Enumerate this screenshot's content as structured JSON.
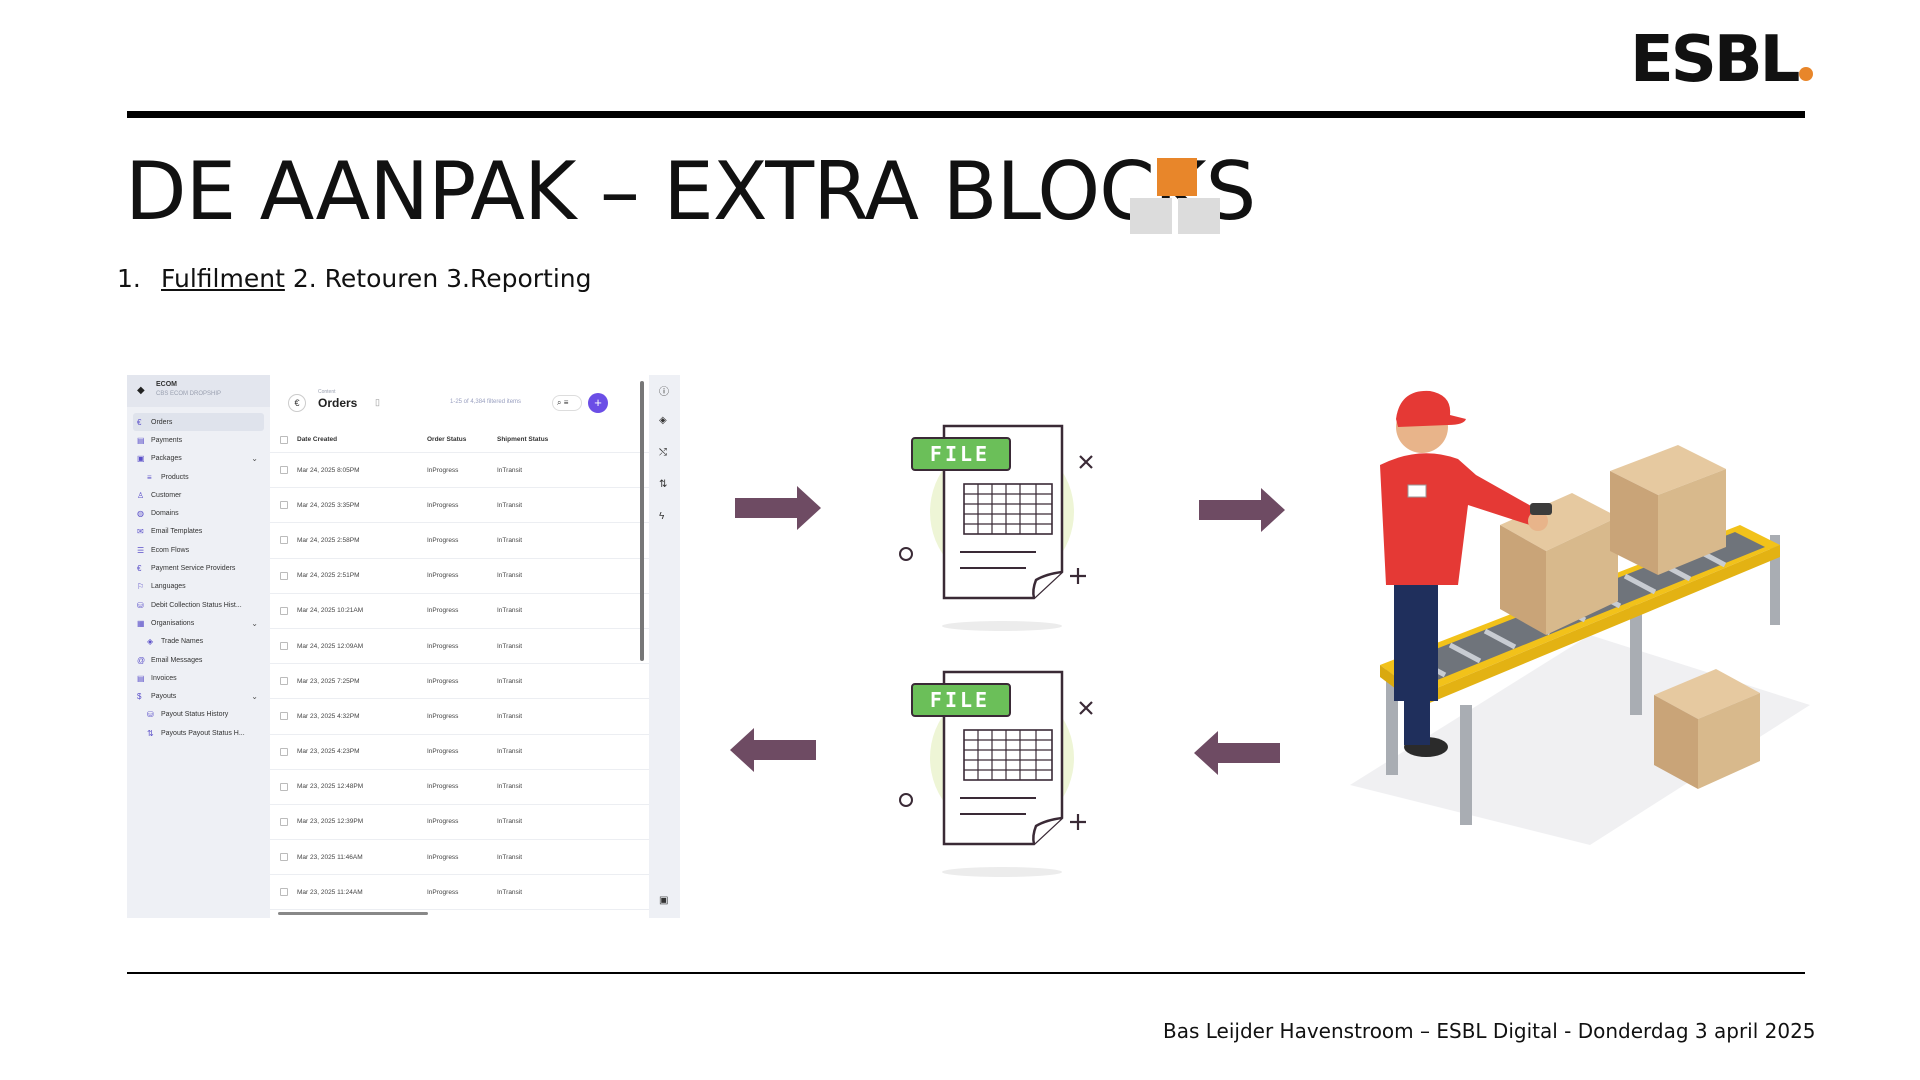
{
  "brand": {
    "logo_text": "ESBL",
    "accent": "#e8862a"
  },
  "slide": {
    "title": "DE AANPAK – EXTRA BLOCKS",
    "steps": {
      "num": "1.",
      "active": "Fulfilment",
      "rest": " 2. Retouren 3.Reporting"
    }
  },
  "app": {
    "sidebar_header": {
      "name": "ECOM",
      "sub": "CBS ECOM DROPSHIP"
    },
    "sidebar_items": [
      {
        "label": "Orders",
        "icon": "euro-icon",
        "glyph": "€"
      },
      {
        "label": "Payments",
        "icon": "payments-icon",
        "glyph": "▤"
      },
      {
        "label": "Packages",
        "icon": "package-icon",
        "glyph": "▣"
      },
      {
        "label": "Products",
        "icon": "list-icon",
        "glyph": "≡"
      },
      {
        "label": "Customer",
        "icon": "user-icon",
        "glyph": "♙"
      },
      {
        "label": "Domains",
        "icon": "globe-icon",
        "glyph": "◍"
      },
      {
        "label": "Email Templates",
        "icon": "mail-icon",
        "glyph": "✉"
      },
      {
        "label": "Ecom Flows",
        "icon": "list-icon",
        "glyph": "☰"
      },
      {
        "label": "Payment Service Providers",
        "icon": "euro-icon",
        "glyph": "€"
      },
      {
        "label": "Languages",
        "icon": "flag-icon",
        "glyph": "⚐"
      },
      {
        "label": "Debit Collection Status Hist...",
        "icon": "database-icon",
        "glyph": "⛁"
      },
      {
        "label": "Organisations",
        "icon": "building-icon",
        "glyph": "▦"
      },
      {
        "label": "Trade Names",
        "icon": "tag-icon",
        "glyph": "◈"
      },
      {
        "label": "Email Messages",
        "icon": "at-icon",
        "glyph": "@"
      },
      {
        "label": "Invoices",
        "icon": "invoice-icon",
        "glyph": "▤"
      },
      {
        "label": "Payouts",
        "icon": "coin-icon",
        "glyph": "$"
      },
      {
        "label": "Payout Status History",
        "icon": "database-icon",
        "glyph": "⛁"
      },
      {
        "label": "Payouts Payout Status H...",
        "icon": "sort-icon",
        "glyph": "⇅"
      }
    ],
    "header": {
      "currency_glyph": "€",
      "breadcrumb": "Content",
      "title": "Orders",
      "count": "1-25 of 4,384 filtered items",
      "search_glyph": "⌕ ≡",
      "add_glyph": "+"
    },
    "columns": [
      "Date Created",
      "Order Status",
      "Shipment Status"
    ],
    "rows": [
      {
        "date": "Mar 24, 2025 8:05PM",
        "order": "InProgress",
        "ship": "InTransit"
      },
      {
        "date": "Mar 24, 2025 3:35PM",
        "order": "InProgress",
        "ship": "InTransit"
      },
      {
        "date": "Mar 24, 2025 2:58PM",
        "order": "InProgress",
        "ship": "InTransit"
      },
      {
        "date": "Mar 24, 2025 2:51PM",
        "order": "InProgress",
        "ship": "InTransit"
      },
      {
        "date": "Mar 24, 2025 10:21AM",
        "order": "InProgress",
        "ship": "InTransit"
      },
      {
        "date": "Mar 24, 2025 12:09AM",
        "order": "InProgress",
        "ship": "InTransit"
      },
      {
        "date": "Mar 23, 2025 7:25PM",
        "order": "InProgress",
        "ship": "InTransit"
      },
      {
        "date": "Mar 23, 2025 4:32PM",
        "order": "InProgress",
        "ship": "InTransit"
      },
      {
        "date": "Mar 23, 2025 4:23PM",
        "order": "InProgress",
        "ship": "InTransit"
      },
      {
        "date": "Mar 23, 2025 12:48PM",
        "order": "InProgress",
        "ship": "InTransit"
      },
      {
        "date": "Mar 23, 2025 12:39PM",
        "order": "InProgress",
        "ship": "InTransit"
      },
      {
        "date": "Mar 23, 2025 11:46AM",
        "order": "InProgress",
        "ship": "InTransit"
      },
      {
        "date": "Mar 23, 2025 11:24AM",
        "order": "InProgress",
        "ship": "InTransit"
      }
    ]
  },
  "file_label": "FILE",
  "colors": {
    "arrow": "#6e4b63",
    "file_badge": "#6bbf59",
    "file_blob": "#eef5d6"
  },
  "footer": "Bas Leijder Havenstroom – ESBL Digital - Donderdag 3 april 2025"
}
